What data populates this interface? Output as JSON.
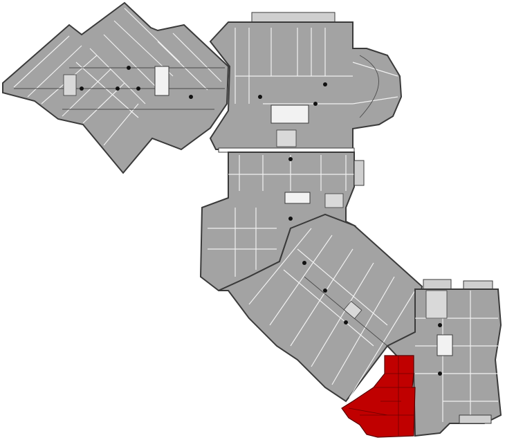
{
  "plan": {
    "colors": {
      "background": "#ffffff",
      "floor_fill": "#a3a3a3",
      "wall_stroke": "#3a3a3a",
      "highlight": "#c00000"
    },
    "wings": [
      {
        "id": "west-diamond-wing"
      },
      {
        "id": "north-wing-with-rotunda"
      },
      {
        "id": "central-block"
      },
      {
        "id": "diagonal-wing"
      },
      {
        "id": "south-east-wing"
      }
    ],
    "highlighted_unit": {
      "id": "selected-apartment",
      "state": "selected"
    }
  }
}
